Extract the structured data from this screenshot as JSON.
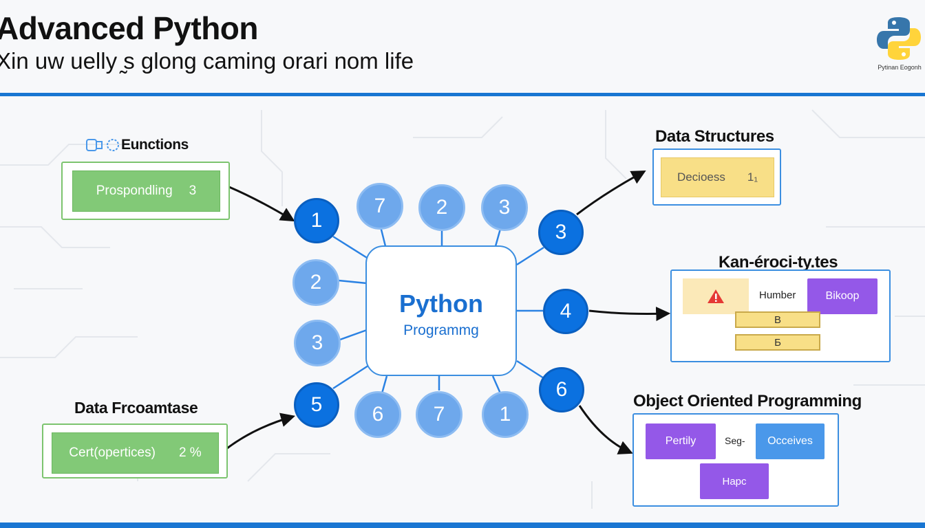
{
  "header": {
    "title": "Advanced Python",
    "subtitle": "Xin uw uelly ̰s glong caming orari nom life",
    "logo_caption": "Pytinan Eogonh"
  },
  "center": {
    "title": "Python",
    "subtitle": "Programmg"
  },
  "nodes": {
    "n1": "1",
    "n2": "2",
    "n3_left": "3",
    "n5": "5",
    "n7_top": "7",
    "n2_top": "2",
    "n3_top": "3",
    "n3_right": "3",
    "n4": "4",
    "n6_right": "6",
    "n6_bottom": "6",
    "n7_bottom": "7",
    "n1_bottom": "1"
  },
  "functions": {
    "heading": "Eunctions",
    "item": "Prospondling",
    "value": "3"
  },
  "data_processing": {
    "heading": "Data Frcoamtase",
    "item": "Cert(opertices)",
    "value": "2 %"
  },
  "data_structures": {
    "heading": "Data Structures",
    "item": "Decioess",
    "value": "1₁"
  },
  "keywords": {
    "heading": "Kan-éroci-ty.tes",
    "middle": "Humber",
    "right": "Bikoop",
    "stack1": "B",
    "stack2": "Б"
  },
  "oop": {
    "heading": "Object Oriented Programming",
    "left": "Pertily",
    "middle": "Seg-",
    "right": "Occeives",
    "bottom": "Hapc"
  },
  "colors": {
    "accent_blue": "#1976d2",
    "node_dark": "#0b71e0",
    "node_light": "#6ea8ec",
    "green": "#82c977",
    "yellow": "#f8df87",
    "purple": "#9458e8"
  },
  "icons": {
    "python_logo": "python-logo-icon",
    "functions": "gear-icon",
    "warning": "warning-icon"
  }
}
